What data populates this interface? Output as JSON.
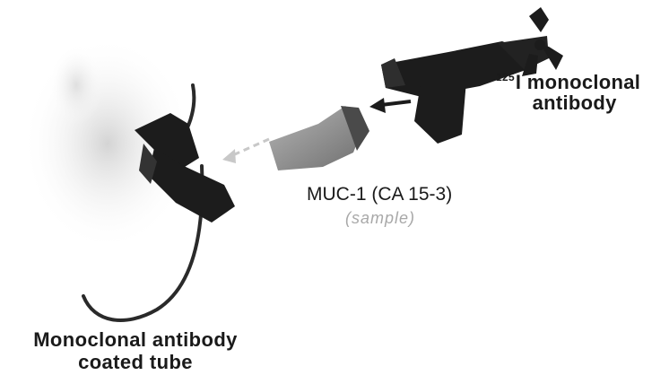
{
  "labels": {
    "iodine_isotope": "125",
    "iodine_line1": "I monoclonal",
    "iodine_line2": "antibody",
    "antigen": "MUC-1 (CA 15-3)",
    "sample": "(sample)",
    "tube_line1": "Monoclonal antibody",
    "tube_line2": "coated tube"
  },
  "colors": {
    "antibody": "#1c1c1c",
    "antigen": "#8a8a8a",
    "tube": "#2a2a2a",
    "sample_text": "#a8a8a8",
    "haze": "#d6d6d6"
  }
}
